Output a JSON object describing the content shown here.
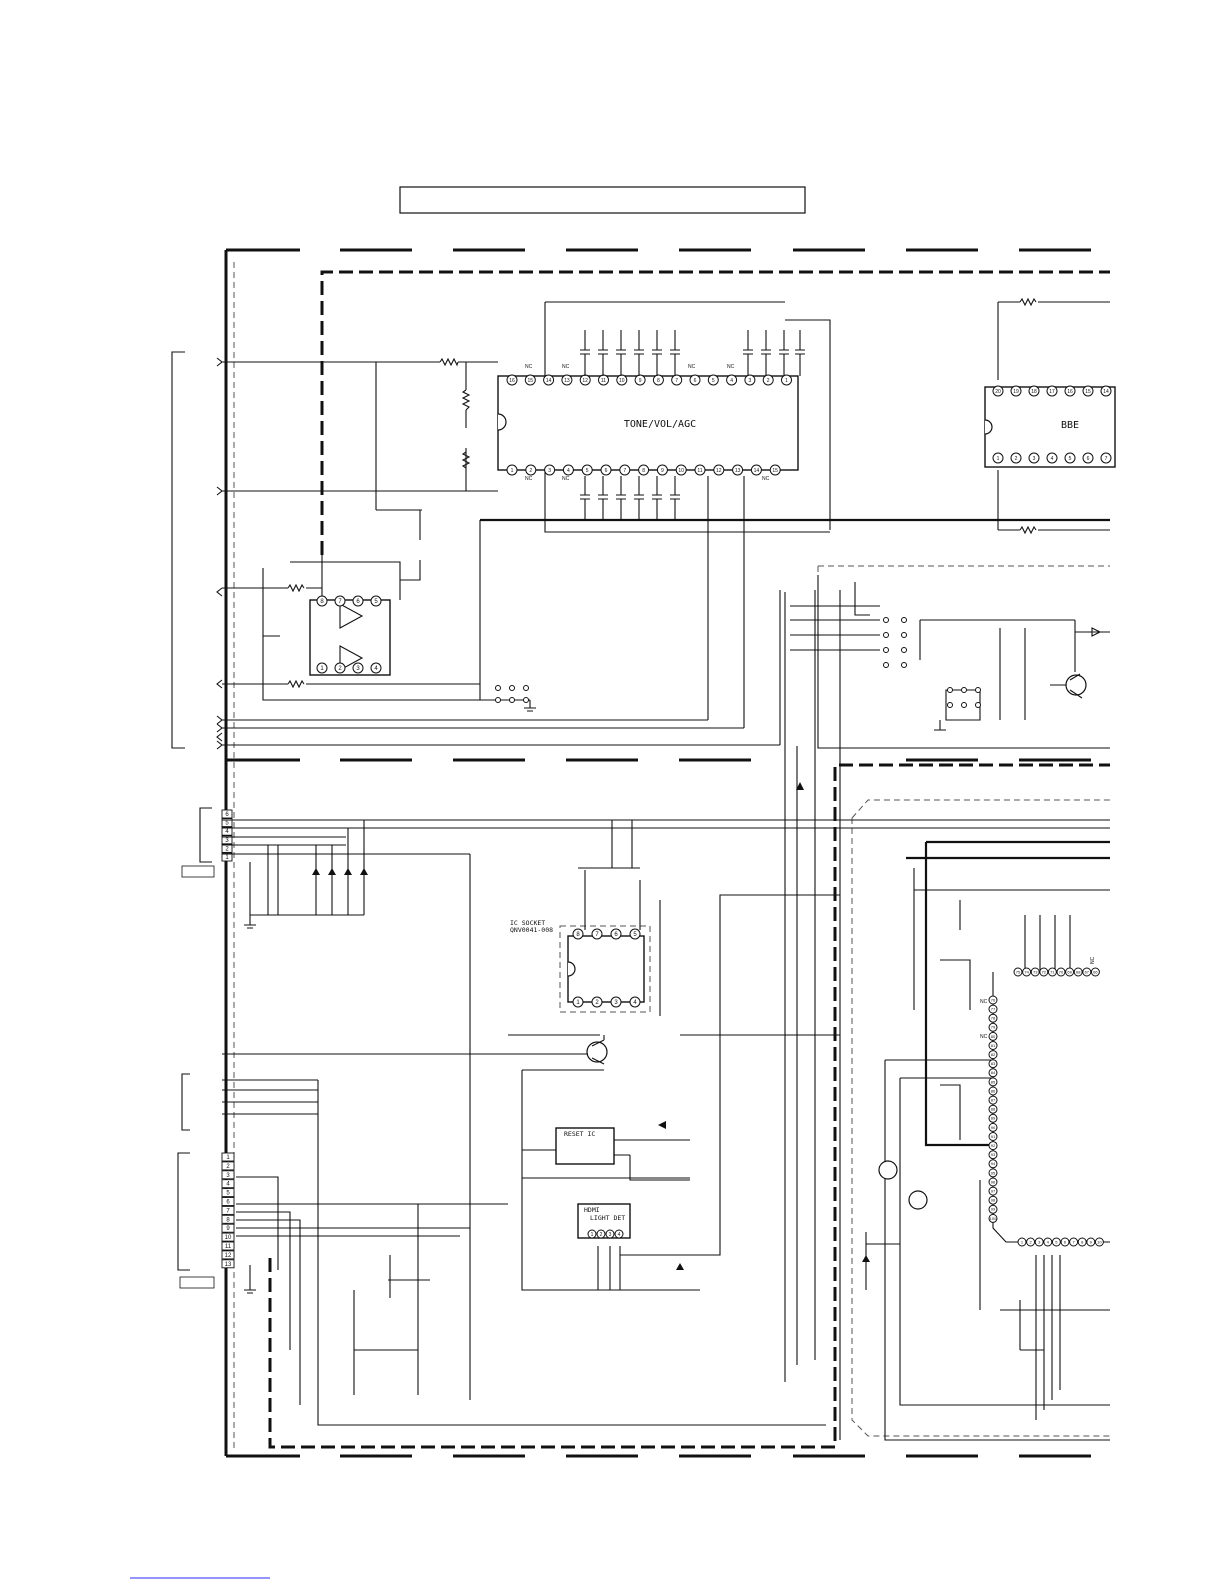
{
  "diagram": {
    "title_box_text": "",
    "ic_tone": {
      "label": "TONE/VOL/AGC",
      "top_pins": [
        "16",
        "15",
        "14",
        "13",
        "12",
        "11",
        "10",
        "9",
        "8",
        "7",
        "6",
        "5",
        "4",
        "3",
        "2",
        "1"
      ],
      "bottom_pins": [
        "1",
        "2",
        "3",
        "4",
        "5",
        "6",
        "7",
        "8",
        "9",
        "10",
        "11",
        "12",
        "13",
        "14",
        "15"
      ]
    },
    "ic_bbe": {
      "label": "BBE",
      "top_pins": [
        "20",
        "19",
        "18",
        "17",
        "16",
        "15",
        "14"
      ],
      "bottom_pins": [
        "1",
        "2",
        "3",
        "4",
        "5",
        "6",
        "7"
      ]
    },
    "opamp": {
      "top_pins": [
        "8",
        "7",
        "6",
        "5"
      ],
      "bottom_pins": [
        "1",
        "2",
        "3",
        "4"
      ]
    },
    "ic_socket": {
      "label_line1": "IC SOCKET",
      "label_line2": "QNV0041-008",
      "top_pins": [
        "8",
        "7",
        "6",
        "5"
      ],
      "bottom_pins": [
        "1",
        "2",
        "3",
        "4"
      ]
    },
    "reset_ic": {
      "label": "RESET IC"
    },
    "hdmi": {
      "label_line1": "HDMI",
      "label_line2": "LIGHT DET",
      "pins": [
        "1",
        "2",
        "3",
        "4"
      ]
    },
    "nc": "NC",
    "connector_6": [
      "6",
      "5",
      "4",
      "3",
      "2",
      "1"
    ],
    "connector_13": [
      "1",
      "2",
      "3",
      "4",
      "5",
      "6",
      "7",
      "8",
      "9",
      "10",
      "11",
      "12",
      "13"
    ],
    "mcu_top_pins": [
      "75",
      "74",
      "73",
      "72",
      "71",
      "70",
      "69",
      "68",
      "67",
      "66"
    ],
    "mcu_left_pins": [
      "76",
      "77",
      "78",
      "79",
      "80",
      "81",
      "82",
      "83",
      "84",
      "85",
      "86",
      "87",
      "88",
      "89",
      "90",
      "91",
      "92",
      "93",
      "94",
      "95",
      "96",
      "97",
      "98",
      "99",
      "100"
    ],
    "mcu_bottom_pins": [
      "1",
      "2",
      "3",
      "4",
      "5",
      "6",
      "7",
      "8",
      "9",
      "10"
    ]
  }
}
